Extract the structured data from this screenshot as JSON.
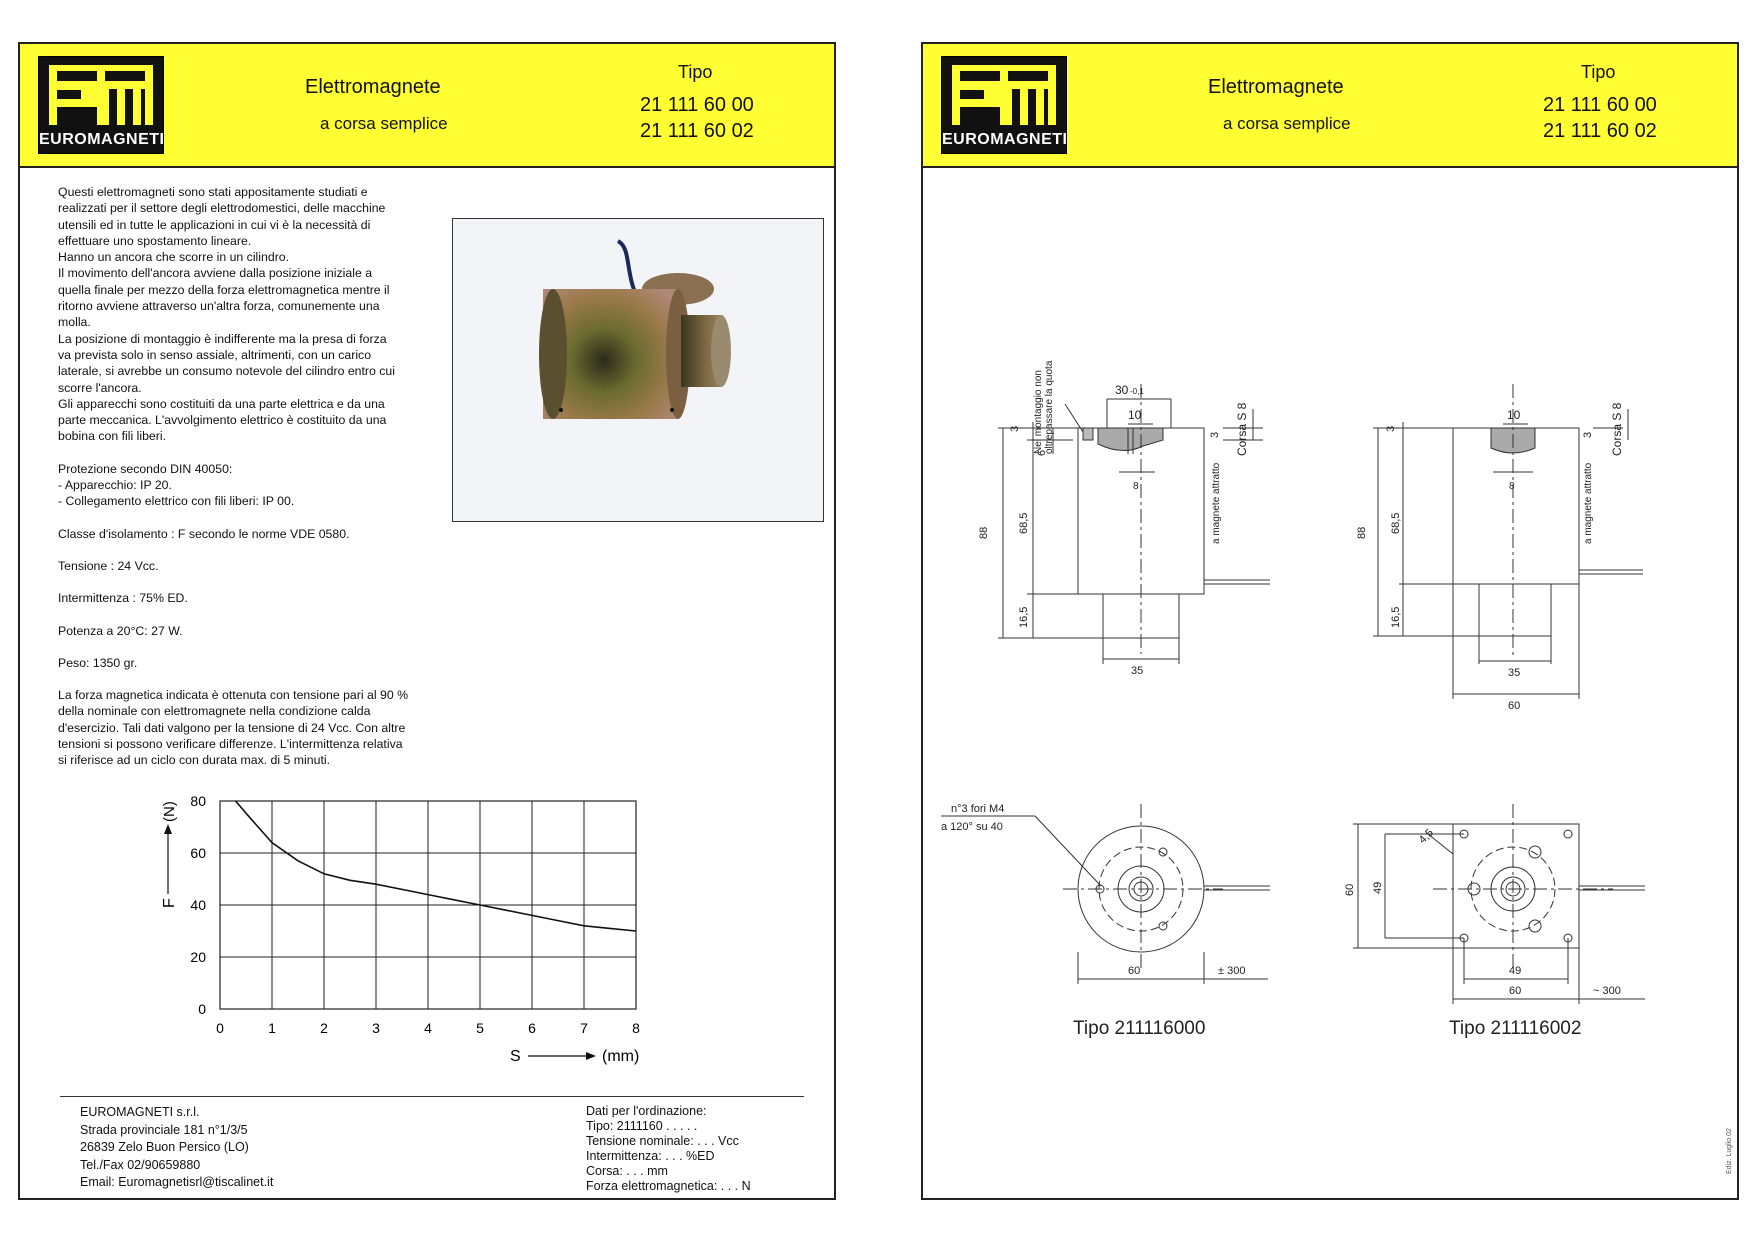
{
  "header": {
    "logo_text": "EUROMAGNETI",
    "title": "Elettromagnete",
    "subtitle": "a corsa semplice",
    "tipo_label": "Tipo",
    "codes": [
      "21 111 60 00",
      "21 111 60 02"
    ]
  },
  "description": {
    "intro": [
      "Questi elettromagneti sono stati appositamente studiati e",
      "realizzati per il settore degli elettrodomestici, delle macchine",
      "utensili ed in tutte le applicazioni in cui vi è la necessità di",
      "effettuare uno spostamento lineare.",
      "Hanno un ancora che scorre in un cilindro.",
      "Il movimento dell'ancora avviene dalla posizione iniziale a",
      "quella finale per mezzo della forza elettromagnetica mentre il",
      "ritorno avviene attraverso un'altra forza, comunemente una",
      "molla.",
      "La posizione di montaggio è indifferente ma la presa di forza",
      "va prevista solo in senso assiale, altrimenti, con un carico",
      "laterale, si avrebbe un consumo notevole del cilindro entro cui",
      "scorre l'ancora.",
      "Gli apparecchi sono costituiti da una parte elettrica e da una",
      "parte meccanica. L'avvolgimento elettrico è costituito da una",
      "bobina con fili liberi."
    ],
    "protection": [
      "Protezione  secondo DIN 40050:",
      "- Apparecchio: IP 20.",
      "- Collegamento elettrico con fili liberi: IP 00."
    ],
    "insulation": "Classe d'isolamento   : F secondo le norme VDE 0580.",
    "voltage": "Tensione : 24 Vcc.",
    "duty": "Intermittenza : 75% ED.",
    "power": "Potenza  a 20°C: 27 W.",
    "weight": "Peso: 1350 gr.",
    "force_note": [
      "La forza magnetica indicata è ottenuta con tensione pari al 90 %",
      "della nominale con elettromagnete nella condizione calda",
      "d'esercizio. Tali dati valgono per la tensione di 24 Vcc. Con altre",
      "tensioni si possono verificare differenze. L'intermittenza relativa",
      "si riferisce ad un ciclo con durata max. di 5 minuti."
    ]
  },
  "chart_data": {
    "type": "line",
    "xlabel": "S",
    "xunit": "(mm)",
    "ylabel": "F",
    "yunit": "(N)",
    "xlim": [
      0,
      8
    ],
    "ylim": [
      0,
      80
    ],
    "xticks": [
      0,
      1,
      2,
      3,
      4,
      5,
      6,
      7,
      8
    ],
    "yticks": [
      0,
      20,
      40,
      60,
      80
    ],
    "grid": true,
    "series": [
      {
        "x": [
          0.3,
          0.6,
          1.0,
          1.5,
          2.0,
          2.5,
          3.0,
          3.5,
          4.0,
          4.5,
          5.0,
          5.5,
          6.0,
          6.5,
          7.0,
          7.5,
          8.0
        ],
        "y": [
          80,
          73,
          64,
          57,
          52,
          49.5,
          48,
          46,
          44,
          42,
          40,
          38,
          36,
          34,
          32,
          31,
          30
        ]
      }
    ]
  },
  "footer": {
    "address": [
      "EUROMAGNETI s.r.l.",
      "Strada provinciale 181 n°1/3/5",
      "26839 Zelo Buon Persico (LO)",
      "Tel./Fax 02/90659880",
      "Email: Euromagnetisrl@tiscalinet.it"
    ],
    "order": [
      "Dati per l'ordinazione:",
      "Tipo: 2111160 . . . . .",
      "Tensione nominale: . . . Vcc",
      "Intermittenza: . . . %ED",
      "Corsa: . . . mm",
      "Forza elettromagnetica: . . . N"
    ]
  },
  "drawings": {
    "note_lines": [
      "Nel montaggio non",
      "oltrepassare la quota"
    ],
    "dim_30": "30",
    "dim_30_tol": "-0,1",
    "dim_10": "10",
    "dim_8": "8",
    "dim_3": "3",
    "dim_6": "6",
    "dim_88": "88",
    "dim_685": "68,5",
    "dim_165": "16,5",
    "dim_35": "35",
    "dim_60": "60",
    "dim_49": "49",
    "dim_45": "4,5",
    "stroke": "Corsa S 8",
    "magnet_attracted": "a magnete attratto",
    "holes_lines": [
      "n°3 fori M4",
      "a 120° su  40"
    ],
    "wire_pm300": "± 300",
    "wire_approx300": "~ 300",
    "caption_a": "Tipo 211116000",
    "caption_b": "Tipo 211116002",
    "edition": "Ediz. Luglio 02"
  }
}
